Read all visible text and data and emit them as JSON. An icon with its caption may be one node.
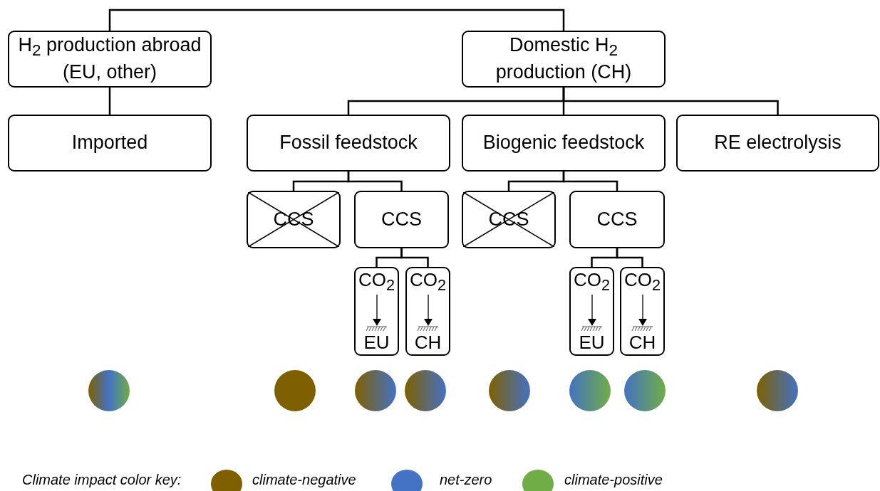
{
  "diagram": {
    "nodes": [
      {
        "text": [
          "H$_{2}$ production abroad (EU, other)"
        ]
      },
      {
        "text": [
          "Domestic H$_{2}$ production (CH)"
        ]
      },
      {
        "text": [
          "Imported"
        ]
      },
      {
        "text": [
          "Fossil feedstock"
        ]
      },
      {
        "text": [
          "Biogenic feedstock"
        ]
      },
      {
        "text": [
          "RE electrolysis"
        ]
      },
      {
        "text": [
          "CCS"
        ]
      },
      {
        "text": [
          "CCS"
        ]
      },
      {
        "text": [
          "CCS"
        ]
      },
      {
        "text": [
          "CCS"
        ]
      },
      {
        "text": [
          "CO$_{2}$",
          "EU"
        ]
      },
      {
        "text": [
          "CO$_{2}$",
          "CH"
        ]
      },
      {
        "text": [
          "CO$_{2}$",
          "EU"
        ]
      },
      {
        "text": [
          "CO$_{2}$",
          "CH"
        ]
      }
    ],
    "edges": [
      {
        "from": 0,
        "to": 1,
        "arrow": "none"
      },
      {
        "from": 0,
        "to": 2,
        "arrow": "none"
      },
      {
        "from": 1,
        "to": 3,
        "arrow": "none"
      },
      {
        "from": 1,
        "to": 4,
        "arrow": "none"
      },
      {
        "from": 1,
        "to": 5,
        "arrow": "none"
      },
      {
        "from": 3,
        "to": 6,
        "arrow": "none"
      },
      {
        "from": 3,
        "to": 7,
        "arrow": "none"
      },
      {
        "from": 4,
        "to": 8,
        "arrow": "none"
      },
      {
        "from": 4,
        "to": 9,
        "arrow": "none"
      },
      {
        "from": 7,
        "to": 10,
        "arrow": "none"
      },
      {
        "from": 7,
        "to": 11,
        "arrow": "none"
      },
      {
        "from": 9,
        "to": 12,
        "arrow": "none"
      },
      {
        "from": 9,
        "to": 13,
        "arrow": "none"
      }
    ],
    "labels": [
      "Climate impact color key:"
    ],
    "legend": [
      {
        "text": "climate-negative",
        "color": "#7f6000"
      },
      {
        "text": "net-zero",
        "color": "#4472c4"
      },
      {
        "text": "climate-positive",
        "color": "#70ad47"
      }
    ]
  }
}
